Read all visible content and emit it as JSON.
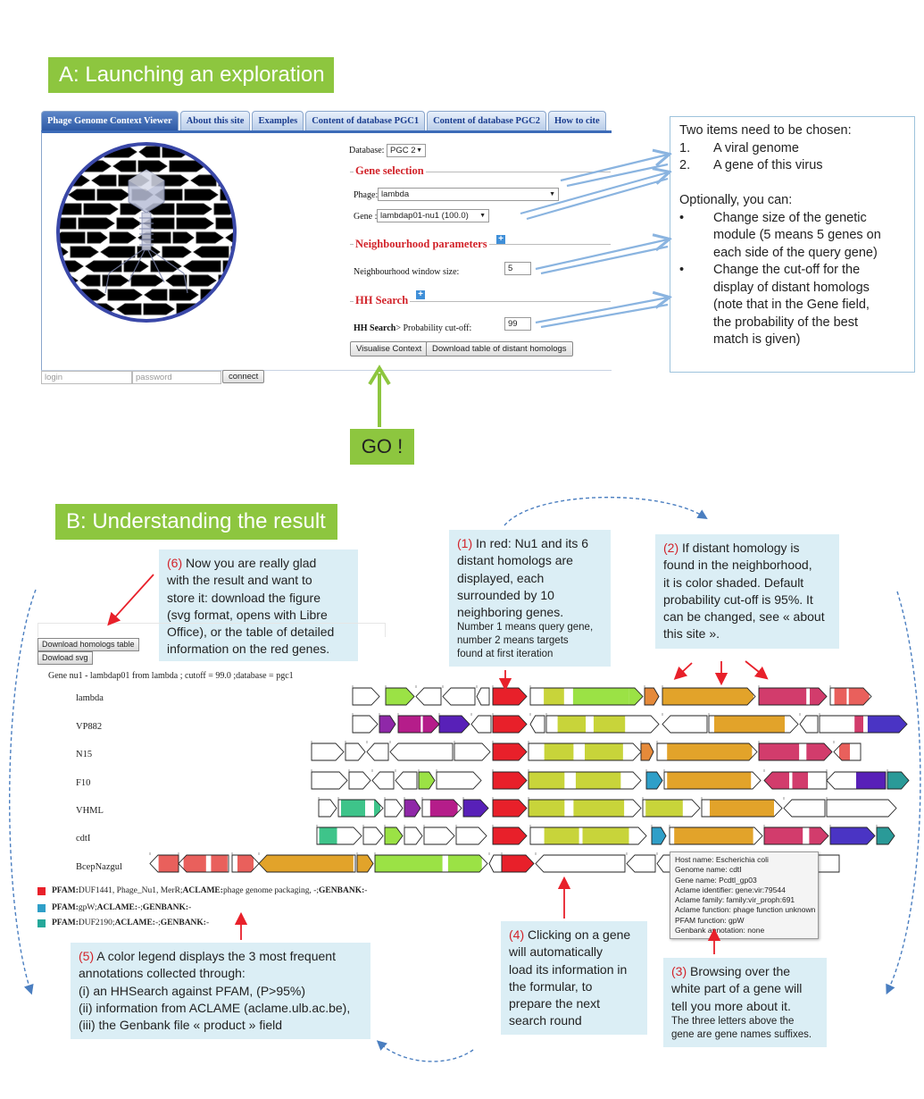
{
  "partA": {
    "title": "A: Launching an exploration",
    "tabs": [
      "Phage Genome Context Viewer",
      "About this site",
      "Examples",
      "Content of database PGC1",
      "Content of database PGC2",
      "How to cite"
    ],
    "database_label": "Database:",
    "database_value": "PGC 2",
    "gene_selection_label": "Gene selection",
    "phage_label": "Phage:",
    "phage_value": "lambda",
    "gene_label": "Gene :",
    "gene_value": "lambdap01-nu1 (100.0)",
    "neighbourhood_label": "Neighbourhood parameters",
    "window_label": "Neighbourhood window size:",
    "window_value": "5",
    "hh_label": "HH Search",
    "hh_prefix": "HH Search",
    "hh_rest": "> Probability cut-off:",
    "hh_value": "99",
    "visualise_button": "Visualise Context",
    "download_table_button": "Download table of distant homologs",
    "login_placeholder": "login",
    "password_placeholder": "password",
    "connect_button": "connect",
    "go_label": "GO !",
    "info": {
      "intro": "Two items need to be chosen:",
      "items": [
        {
          "marker": "1.",
          "text": "A viral genome"
        },
        {
          "marker": "2.",
          "text": "A gene of this virus"
        }
      ],
      "optional": "Optionally, you can:",
      "bullets": [
        {
          "marker": "•",
          "lines": [
            "Change size of the genetic",
            "module (5 means 5 genes on",
            "each side of the query gene)"
          ]
        },
        {
          "marker": "•",
          "lines": [
            "Change the cut-off for the",
            "display of distant homologs",
            "(note that in the Gene field,",
            "the probability of the best",
            "match is given)"
          ]
        }
      ]
    }
  },
  "partB": {
    "title": "B: Understanding the result",
    "callout6": {
      "num": "(6)",
      "lines": [
        " Now you are really glad",
        "with the result and want to",
        "store it: download the figure",
        "(svg format, opens with Libre",
        "Office), or the table of detailed",
        "information on the red genes."
      ]
    },
    "callout1": {
      "num": "(1)",
      "lines": [
        " In red: Nu1 and its 6",
        "distant homologs are",
        "displayed, each",
        "surrounded by 10",
        "neighboring genes."
      ],
      "small": [
        "Number 1 means query gene,",
        "number 2 means targets",
        "found at first iteration"
      ]
    },
    "callout2": {
      "num": "(2)",
      "lines": [
        " If distant homology is",
        "found in the neighborhood,",
        "it is color shaded. Default",
        "probability cut-off is 95%. It",
        "can be changed, see « about",
        "this site »."
      ]
    },
    "callout5": {
      "num": "(5)",
      "lines": [
        " A color legend displays the 3 most frequent",
        "annotations collected through:",
        " (i) an HHSearch against PFAM, (P>95%)",
        " (ii) information from ACLAME (aclame.ulb.ac.be),",
        "(iii) the Genbank file « product » field"
      ]
    },
    "callout4": {
      "num": "(4)",
      "lines": [
        " Clicking on a gene",
        "will automatically",
        "load its information in",
        "the formular, to",
        "prepare the next",
        "search round"
      ]
    },
    "callout3": {
      "num": "(3)",
      "lines": [
        " Browsing over the",
        "white part of a gene will",
        "tell you more about it."
      ],
      "small": [
        "The three letters above the",
        "gene are gene names suffixes."
      ]
    },
    "download_homologs_button": "Download homologs table",
    "download_svg_button": "Dowload svg",
    "gene_info": "Gene nu1 - lambdap01 from lambda ; cutoff = 99.0 ;database = pgc1",
    "phages": [
      "lambda",
      "VP882",
      "N15",
      "F10",
      "VHML",
      "cdtI",
      "BcepNazgul"
    ],
    "legend": [
      {
        "color": "#e8202a",
        "pfam": "PFAM:",
        "pfam_val": " DUF1441, Phage_Nu1, MerR; ",
        "aclame": "ACLAME:",
        "aclame_val": " phage genome packaging, -; ",
        "genbank": "GENBANK:",
        "genbank_val": " -"
      },
      {
        "color": "#2f9fc8",
        "pfam": "PFAM:",
        "pfam_val": " gpW; ",
        "aclame": "ACLAME:",
        "aclame_val": " -; ",
        "genbank": "GENBANK:",
        "genbank_val": " -"
      },
      {
        "color": "#25a89a",
        "pfam": "PFAM:",
        "pfam_val": " DUF2190; ",
        "aclame": "ACLAME:",
        "aclame_val": " -; ",
        "genbank": "GENBANK:",
        "genbank_val": " -"
      }
    ],
    "tooltip": [
      "Host name: Escherichia coli",
      "Genome name: cdtI",
      "Gene name: Pcdtl_gp03",
      "Aclame identifier: gene:vir:79544",
      "Aclame family: family:vir_proph:691",
      "Aclame function: phage function unknown",
      "PFAM function: gpW",
      "Genbank annotation: none"
    ]
  },
  "colors": {
    "accent_green": "#8dc63f",
    "callout_bg": "#dbeef5",
    "query_red": "#e8202a",
    "section_red": "#d2232a"
  }
}
